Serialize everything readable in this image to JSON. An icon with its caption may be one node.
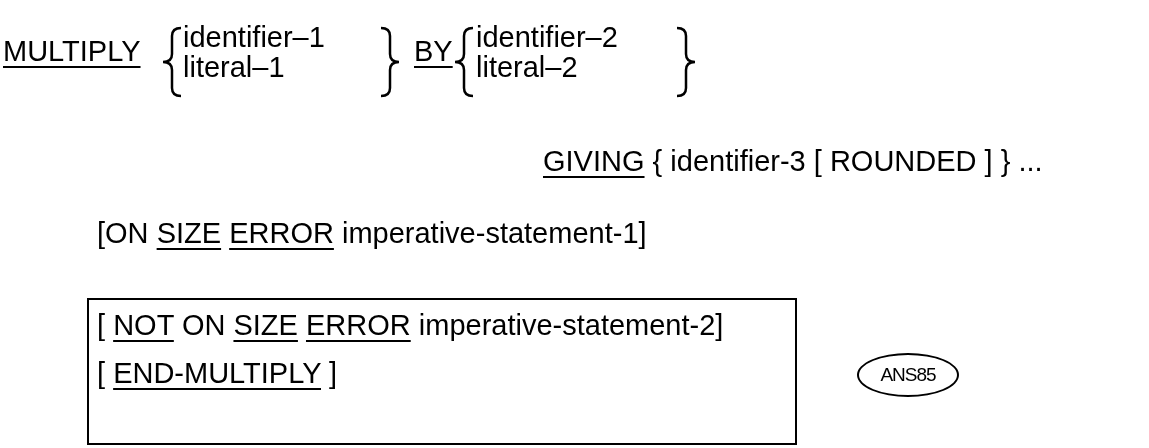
{
  "diagram": {
    "nodes": [
      {
        "text": [
          "[",
          "NOT",
          "ON",
          "SIZE",
          "ERROR",
          "imperative-statement-2]",
          "[",
          "END-MULTIPLY",
          "]"
        ]
      },
      {
        "text": [
          "ANS85"
        ]
      }
    ],
    "labels": [
      "MULTIPLY",
      "identifier–1",
      "literal–1",
      "BY",
      "identifier–2",
      "literal–2",
      "GIVING",
      "{ identifier-3 [ ROUNDED ] } ...",
      "[ON",
      "SIZE",
      "ERROR",
      "imperative-statement-1]"
    ]
  }
}
